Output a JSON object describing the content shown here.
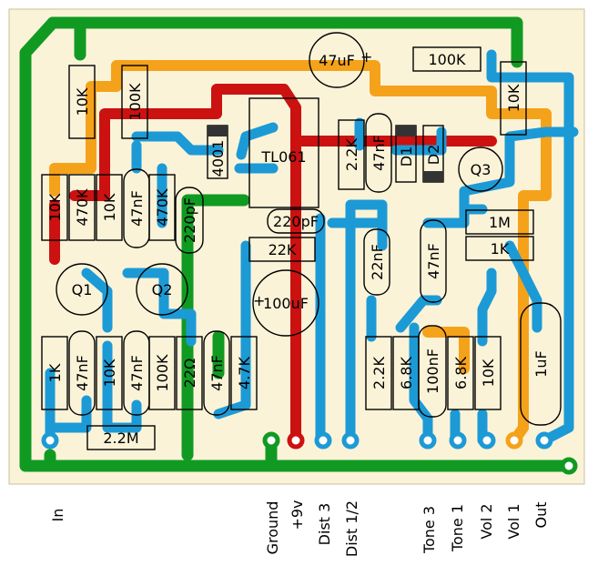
{
  "colors": {
    "board": "#fbf3d8",
    "green": "#119a22",
    "orange": "#f5a21b",
    "red": "#cc1111",
    "blue": "#1c9ad6",
    "diode_band": "#333333"
  },
  "components": {
    "r_10k_top": "10K",
    "r_100k_top": "100K",
    "c_47uf": "47uF",
    "r_100k_right": "100K",
    "r_10k_right": "10K",
    "ic": "TL061",
    "d_4001": "4001",
    "r_2_2k_top": "2.2K",
    "c_47nf_top": "47nF",
    "d1": "D1",
    "d2": "D2",
    "q3": "Q3",
    "r_10k_l1": "10K",
    "r_470k_l1": "470K",
    "r_10k_l2": "10K",
    "c_47nf_l": "47nF",
    "r_470k_l2": "470K",
    "c_220pf_l": "220pF",
    "c_220pf_c": "220pF",
    "r_22k": "22K",
    "r_1m": "1M",
    "r_1k_r": "1K",
    "c_22nf": "22nF",
    "c_47nf_r": "47nF",
    "q1": "Q1",
    "q2": "Q2",
    "c_100uf": "100uF",
    "c_1uf": "1uF",
    "r_1k_b": "1K",
    "c_47nf_b1": "47nF",
    "r_10k_b": "10K",
    "c_47nf_b2": "47nF",
    "r_100k_b": "100K",
    "r_22ohm": "22Ω",
    "c_47nf_b3": "47nF",
    "r_4_7k": "4.7K",
    "r_2_2k_b": "2.2K",
    "r_6_8k_b1": "6.8K",
    "c_100nf": "100nF",
    "r_6_8k_b2": "6.8K",
    "r_10k_b2": "10K",
    "r_2_2m": "2.2M"
  },
  "pads": [
    "In",
    "Ground",
    "+9v",
    "Dist 3",
    "Dist 1/2",
    "Tone 3",
    "Tone 1",
    "Vol 2",
    "Vol 1",
    "Out"
  ]
}
